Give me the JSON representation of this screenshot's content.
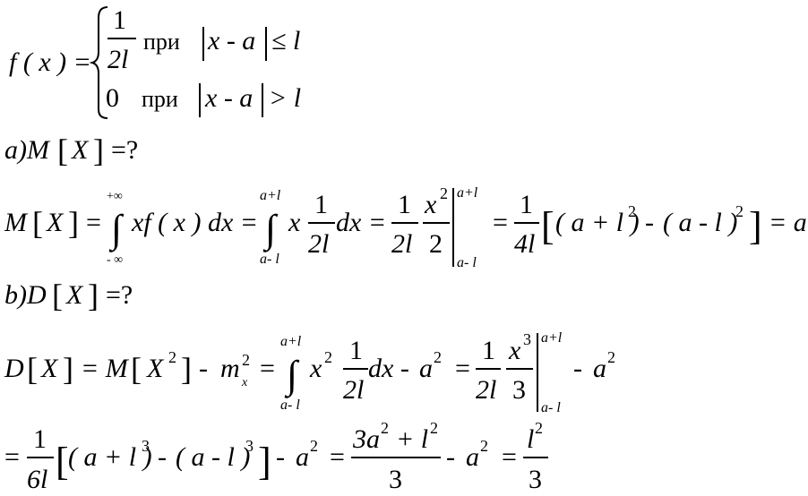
{
  "line1": {
    "lhs": "f ( x ) =",
    "case1": {
      "num": "1",
      "den": "2l",
      "word": "при",
      "cond": "x - a",
      "rel": "≤ l"
    },
    "case2": {
      "val": "0",
      "word": "при",
      "cond": "x - a",
      "rel": "> l"
    }
  },
  "line2": {
    "text": "a)M",
    "arg": "X",
    "tail": "=?"
  },
  "line3": {
    "lhs": "M",
    "arg": "X",
    "eq1": "=",
    "int1_upper": "+∞",
    "int1_lower": "- ∞",
    "integrand1": "xf ( x ) dx =",
    "int2_upper": "a+l",
    "int2_lower": "a- l",
    "integrand2_x": "x",
    "f1_num": "1",
    "f1_den": "2l",
    "dx": "dx =",
    "f2_num": "1",
    "f2_den": "2l",
    "f3_num": "x",
    "f3_exp": "2",
    "f3_den": "2",
    "bar_upper": "a+l",
    "bar_lower": "a- l",
    "eq2": "=",
    "f4_num": "1",
    "f4_den": "4l",
    "bracket_content": "( a + l )",
    "exp_a": "2",
    "minus": "-",
    "bracket2": "( a - l )",
    "exp_b": "2",
    "result": "= a"
  },
  "line4": {
    "text": "b)D",
    "arg": "X",
    "tail": "=?"
  },
  "line5": {
    "lhs": "D",
    "arg": "X",
    "eq1": "= M",
    "arg2": "X",
    "arg2_exp": "2",
    "minus": "-",
    "m": "m",
    "m_sup": "2",
    "m_sub": "x",
    "eq2": "=",
    "int_upper": "a+l",
    "int_lower": "a- l",
    "x2": "x",
    "x2_exp": "2",
    "f_num": "1",
    "f_den": "2l",
    "dx": "dx -",
    "a2": "a",
    "a2_exp": "2",
    "eq3": "=",
    "g_num": "1",
    "g_den": "2l",
    "h_num": "x",
    "h_exp": "3",
    "h_den": "3",
    "bar_upper": "a+l",
    "bar_lower": "a- l",
    "tail_minus": "-",
    "tail_a": "a",
    "tail_exp": "2"
  },
  "line6": {
    "eq": "=",
    "f_num": "1",
    "f_den": "6l",
    "b1": "( a + l )",
    "b1_exp": "3",
    "minus": "-",
    "b2": "( a - l )",
    "b2_exp": "3",
    "minus2": "-",
    "a": "a",
    "a_exp": "2",
    "eq2": "=",
    "n_num": "3a",
    "n_exp1": "2",
    "n_plus": "+ l",
    "n_exp2": "2",
    "n_den": "3",
    "minus3": "-",
    "a3": "a",
    "a3_exp": "2",
    "eq3": "=",
    "r_num": "l",
    "r_exp": "2",
    "r_den": "3"
  }
}
